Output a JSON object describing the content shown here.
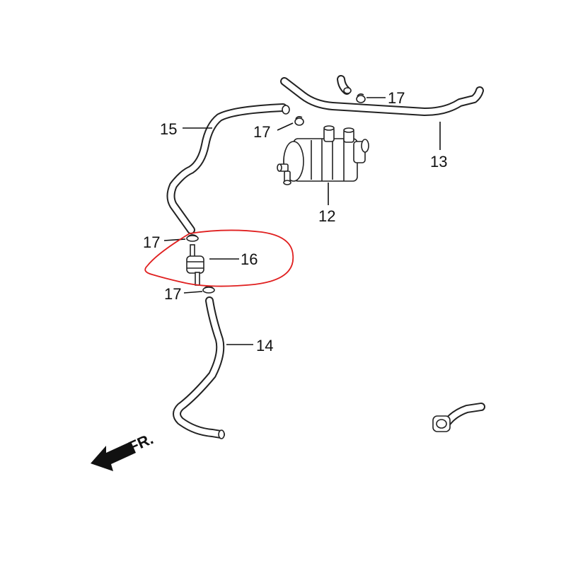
{
  "callouts": {
    "c12": "12",
    "c13": "13",
    "c14": "14",
    "c15": "15",
    "c16": "16",
    "c17": "17"
  },
  "direction_label": "FR.",
  "highlight_color": "#e02020",
  "line_color": "#222222"
}
